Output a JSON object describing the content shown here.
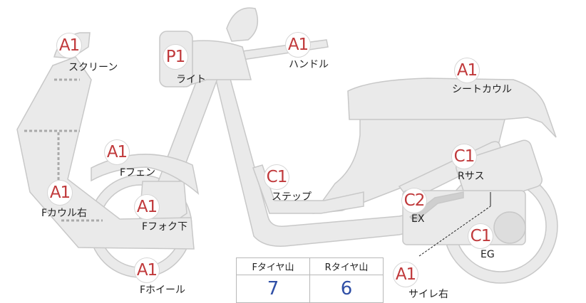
{
  "colors": {
    "part_fill": "#eaeaea",
    "part_stroke": "#c8c8c8",
    "grade_text": "#c0393b",
    "tread_value": "#2f4fa6"
  },
  "parts": [
    {
      "id": "screen",
      "grade": "A1",
      "label": "スクリーン"
    },
    {
      "id": "light",
      "grade": "P1",
      "label": "ライト"
    },
    {
      "id": "handle",
      "grade": "A1",
      "label": "ハンドル"
    },
    {
      "id": "seatcowl",
      "grade": "A1",
      "label": "シートカウル"
    },
    {
      "id": "ffender",
      "grade": "A1",
      "label": "Fフェン"
    },
    {
      "id": "fcowlr",
      "grade": "A1",
      "label": "Fカウル右"
    },
    {
      "id": "ffork",
      "grade": "A1",
      "label": "Fフォク下"
    },
    {
      "id": "fwheel",
      "grade": "A1",
      "label": "Fホイール"
    },
    {
      "id": "step",
      "grade": "C1",
      "label": "ステップ"
    },
    {
      "id": "rsus",
      "grade": "C1",
      "label": "Rサス"
    },
    {
      "id": "ex",
      "grade": "C2",
      "label": "EX"
    },
    {
      "id": "eg",
      "grade": "C1",
      "label": "EG"
    },
    {
      "id": "silencer",
      "grade": "A1",
      "label": "サイレ右"
    }
  ],
  "tread_table": {
    "headers": [
      "Fタイヤ山",
      "Rタイヤ山"
    ],
    "values": [
      "7",
      "6"
    ]
  }
}
